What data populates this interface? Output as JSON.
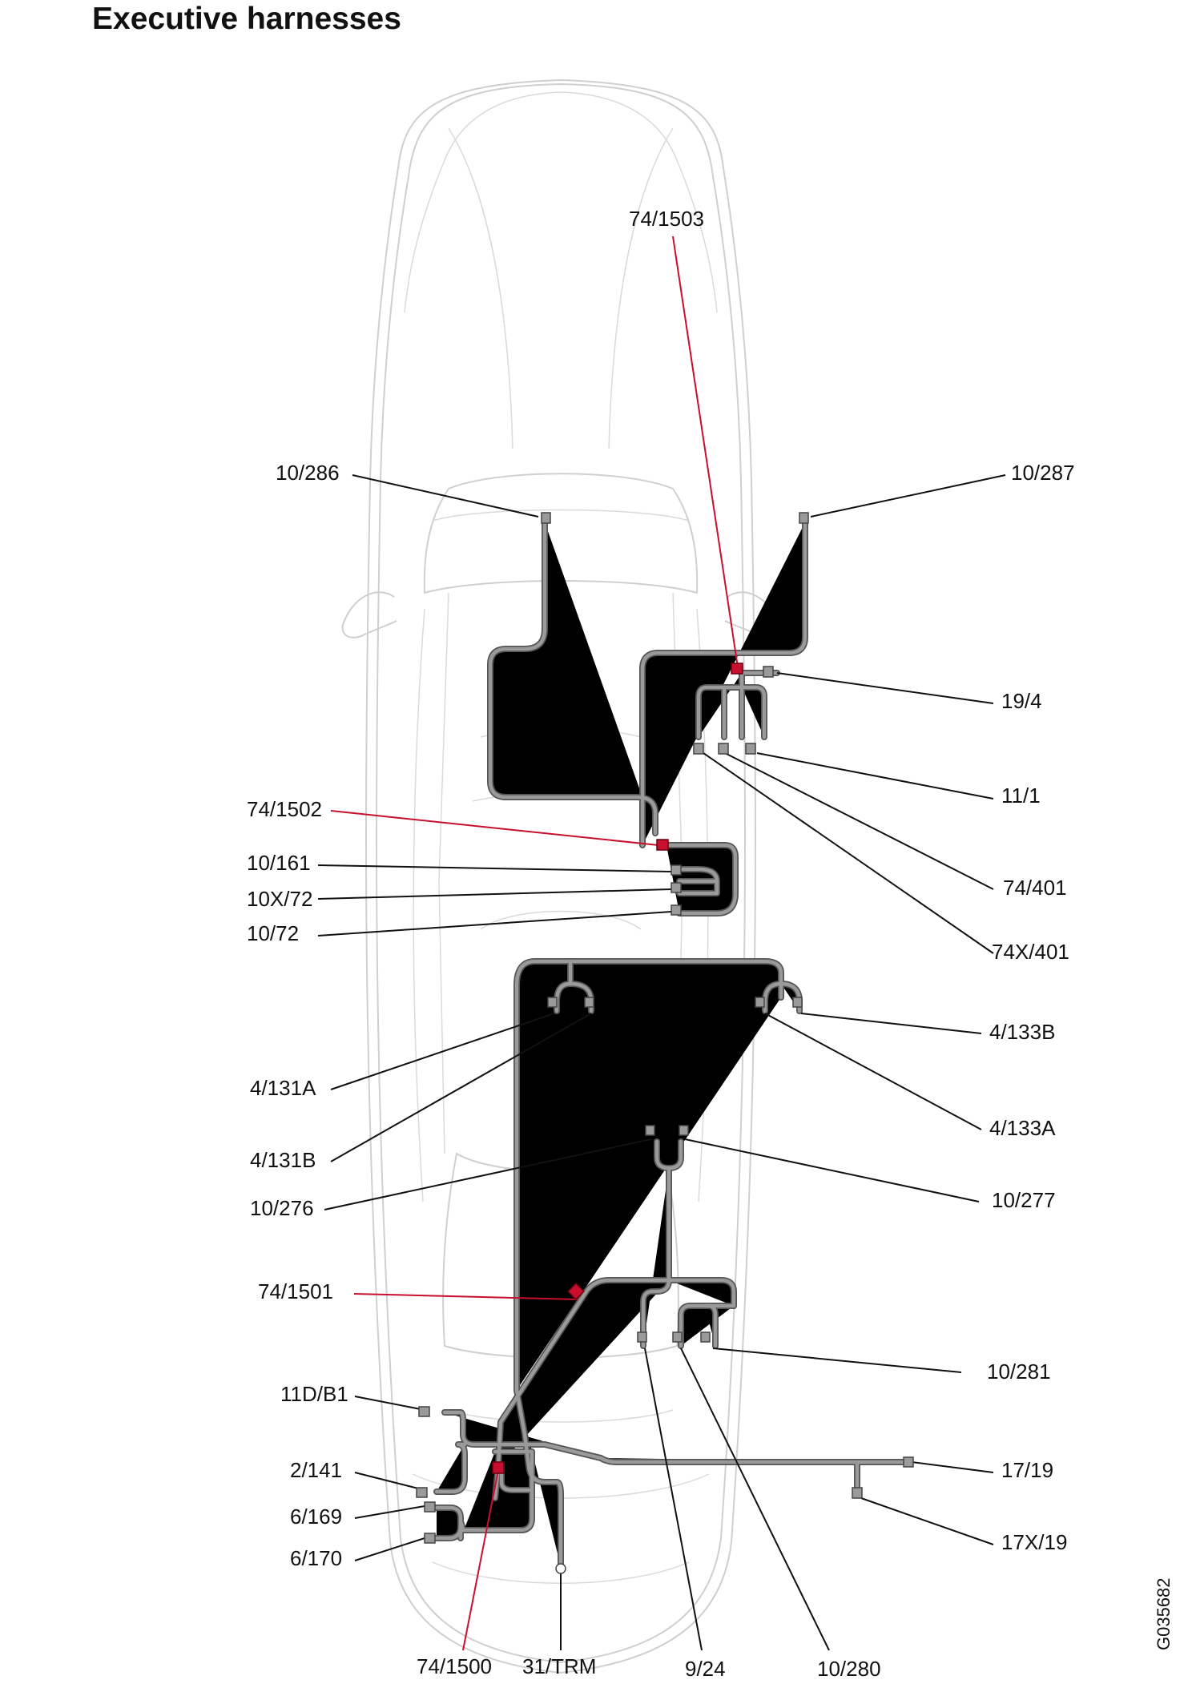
{
  "title": "Executive harnesses",
  "drawing_code": "G035682",
  "labels": {
    "c74_1503": "74/1503",
    "c10_286": "10/286",
    "c10_287": "10/287",
    "c19_4": "19/4",
    "c11_1": "11/1",
    "c74_1502": "74/1502",
    "c10_161": "10/161",
    "c10x_72": "10X/72",
    "c10_72": "10/72",
    "c74_401": "74/401",
    "c74x_401": "74X/401",
    "c4_133b": "4/133B",
    "c4_131a": "4/131A",
    "c4_133a": "4/133A",
    "c4_131b": "4/131B",
    "c10_277": "10/277",
    "c10_276": "10/276",
    "c74_1501": "74/1501",
    "c10_281": "10/281",
    "c11d_b1": "11D/B1",
    "c2_141": "2/141",
    "c17_19": "17/19",
    "c6_169": "6/169",
    "c17x_19": "17X/19",
    "c6_170": "6/170",
    "c74_1500": "74/1500",
    "c31_trm": "31/TRM",
    "c9_24": "9/24",
    "c10_280": "10/280"
  },
  "colors": {
    "harness": "#9a9a9a",
    "harness_outline": "#555555",
    "highlight": "#c8102e",
    "car_outline": "#cfcfcf"
  }
}
